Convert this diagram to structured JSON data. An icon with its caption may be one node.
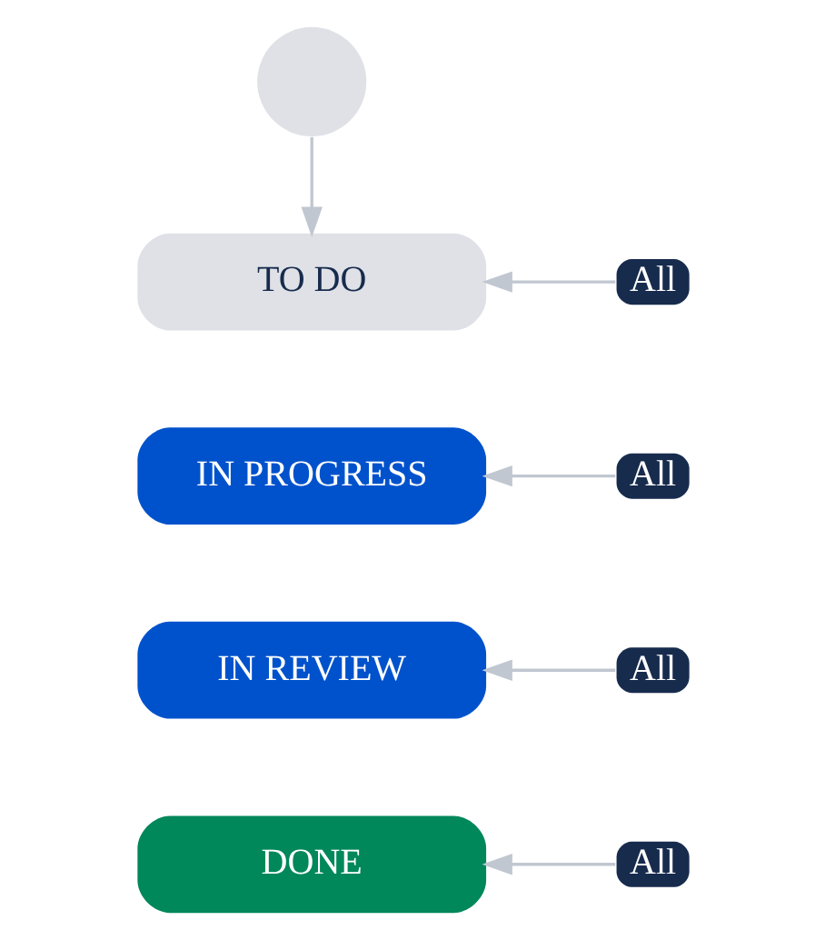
{
  "diagram": {
    "nodes": [
      {
        "text": [],
        "shape": "circle"
      },
      {
        "text": [
          "TO DO"
        ]
      },
      {
        "text": [
          "IN PROGRESS"
        ]
      },
      {
        "text": [
          "IN REVIEW"
        ]
      },
      {
        "text": [
          "DONE"
        ]
      },
      {
        "text": [
          "All"
        ]
      },
      {
        "text": [
          "All"
        ]
      },
      {
        "text": [
          "All"
        ]
      },
      {
        "text": [
          "All"
        ]
      }
    ],
    "edges": [
      {
        "from": 0,
        "to": 1,
        "arrow": "to"
      },
      {
        "from": 5,
        "to": 1,
        "arrow": "to"
      },
      {
        "from": 6,
        "to": 2,
        "arrow": "to"
      },
      {
        "from": 7,
        "to": 3,
        "arrow": "to"
      },
      {
        "from": 8,
        "to": 4,
        "arrow": "to"
      }
    ]
  }
}
